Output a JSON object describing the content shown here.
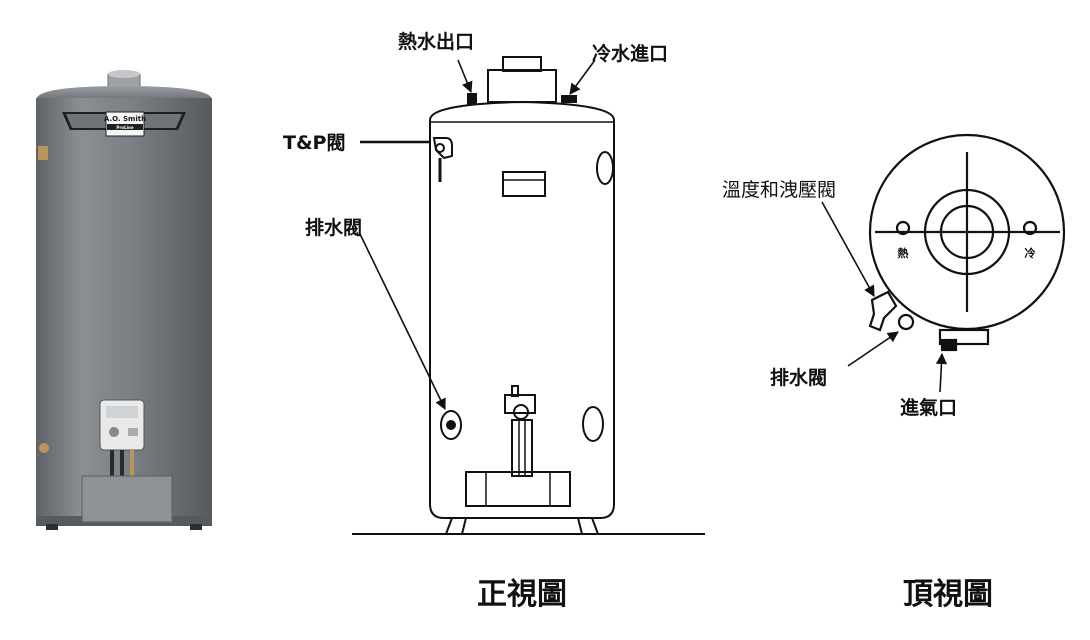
{
  "product": {
    "brand_logo": "A.O. Smith",
    "badge_text": "ProLine"
  },
  "front_view": {
    "caption": "正視圖",
    "labels": {
      "hot_outlet": "熱水出口",
      "cold_inlet": "冷水進口",
      "tp_valve": "T&P閥",
      "drain_valve": "排水閥"
    }
  },
  "top_view": {
    "caption": "頂視圖",
    "labels": {
      "temp_pressure_valve": "溫度和洩壓閥",
      "drain_valve": "排水閥",
      "air_intake": "進氣口",
      "hot": "熱",
      "cold": "冷"
    }
  },
  "colors": {
    "tank_body": "#7b8085",
    "line": "#111111",
    "background": "#ffffff"
  }
}
